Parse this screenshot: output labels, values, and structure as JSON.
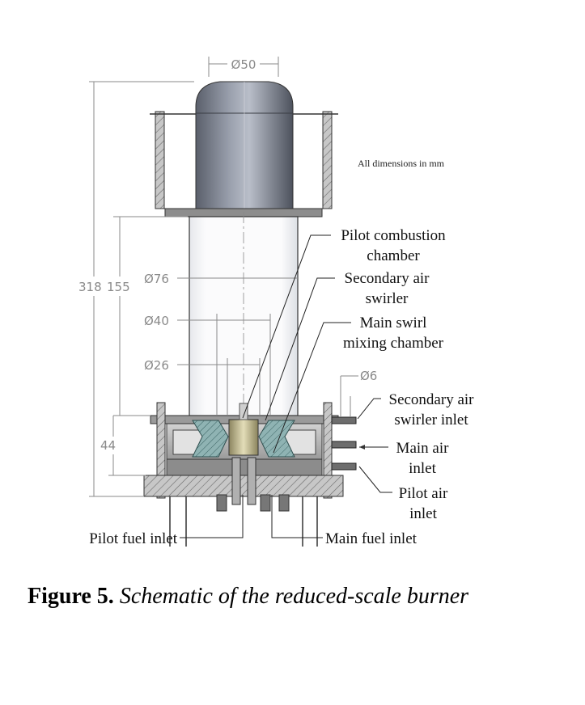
{
  "dimensions": {
    "top_diameter": "Ø50",
    "outer_diameter": "Ø76",
    "mid_diameter": "Ø40",
    "inner_diameter": "Ø26",
    "inlet_diameter": "Ø6",
    "total_height": "318",
    "chamber_height": "155",
    "base_height": "44"
  },
  "note": "All dimensions in mm",
  "labels": {
    "pilot_chamber": [
      "Pilot combustion",
      "chamber"
    ],
    "secondary_swirler": [
      "Secondary air",
      "swirler"
    ],
    "main_swirl": [
      "Main swirl",
      "mixing chamber"
    ],
    "secondary_inlet": [
      "Secondary air",
      "swirler inlet"
    ],
    "main_air": [
      "Main air",
      "inlet"
    ],
    "pilot_air": [
      "Pilot air",
      "inlet"
    ],
    "pilot_fuel": "Pilot fuel inlet",
    "main_fuel": "Main fuel inlet"
  },
  "caption": {
    "figure_label": "Figure 5.",
    "text": "Schematic of the reduced-scale burner"
  }
}
